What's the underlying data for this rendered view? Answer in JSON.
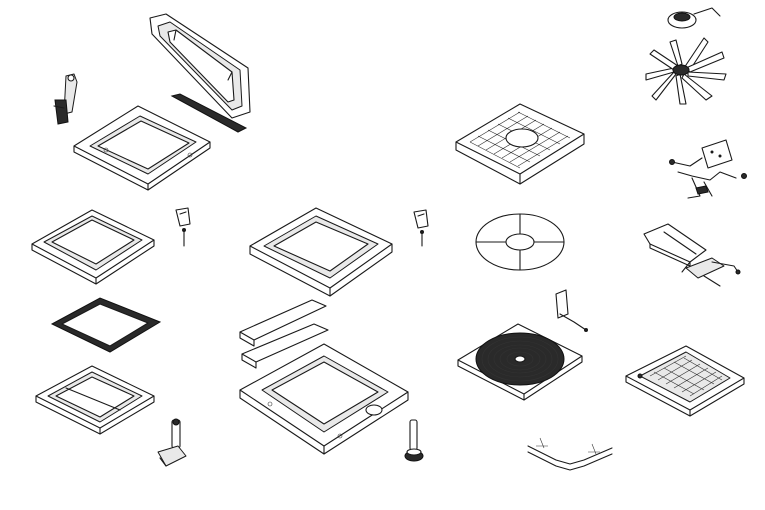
{
  "diagram": {
    "type": "exploded-parts-view",
    "colors": {
      "line": "#1a1a1a",
      "background": "#ffffff",
      "shade": "#e9e9e9"
    },
    "parts": [
      {
        "id": "dome-lid-open",
        "icon": "dome-lid-icon"
      },
      {
        "id": "crank-handle",
        "icon": "crank-handle-icon"
      },
      {
        "id": "lid-hinge-strip",
        "icon": "hinge-strip-icon"
      },
      {
        "id": "base-frame",
        "icon": "base-frame-icon"
      },
      {
        "id": "inner-garnish-left",
        "icon": "garnish-icon"
      },
      {
        "id": "clip-screw-left",
        "icon": "clip-screw-icon"
      },
      {
        "id": "inner-garnish-center",
        "icon": "garnish-icon"
      },
      {
        "id": "clip-screw-center",
        "icon": "clip-screw-icon"
      },
      {
        "id": "screen-gasket",
        "icon": "gasket-icon"
      },
      {
        "id": "screen-frame",
        "icon": "screen-frame-icon"
      },
      {
        "id": "knob-left",
        "icon": "knob-icon"
      },
      {
        "id": "trim-strip-upper",
        "icon": "trim-strip-icon"
      },
      {
        "id": "trim-strip-lower",
        "icon": "trim-strip-icon"
      },
      {
        "id": "mounting-flange",
        "icon": "flange-icon"
      },
      {
        "id": "knob-center",
        "icon": "knob-icon"
      },
      {
        "id": "fan-grille-plate",
        "icon": "grille-plate-icon"
      },
      {
        "id": "fan-guard-ring",
        "icon": "guard-ring-icon"
      },
      {
        "id": "switch-bracket",
        "icon": "switch-bracket-icon"
      },
      {
        "id": "spiral-screen",
        "icon": "spiral-screen-icon"
      },
      {
        "id": "wire-bracket",
        "icon": "wire-bracket-icon"
      },
      {
        "id": "motor",
        "icon": "motor-icon"
      },
      {
        "id": "fan-blade",
        "icon": "fan-blade-icon"
      },
      {
        "id": "wiring-harness",
        "icon": "wiring-harness-icon"
      },
      {
        "id": "control-module",
        "icon": "control-module-icon"
      },
      {
        "id": "bug-screen",
        "icon": "bug-screen-icon"
      }
    ]
  }
}
